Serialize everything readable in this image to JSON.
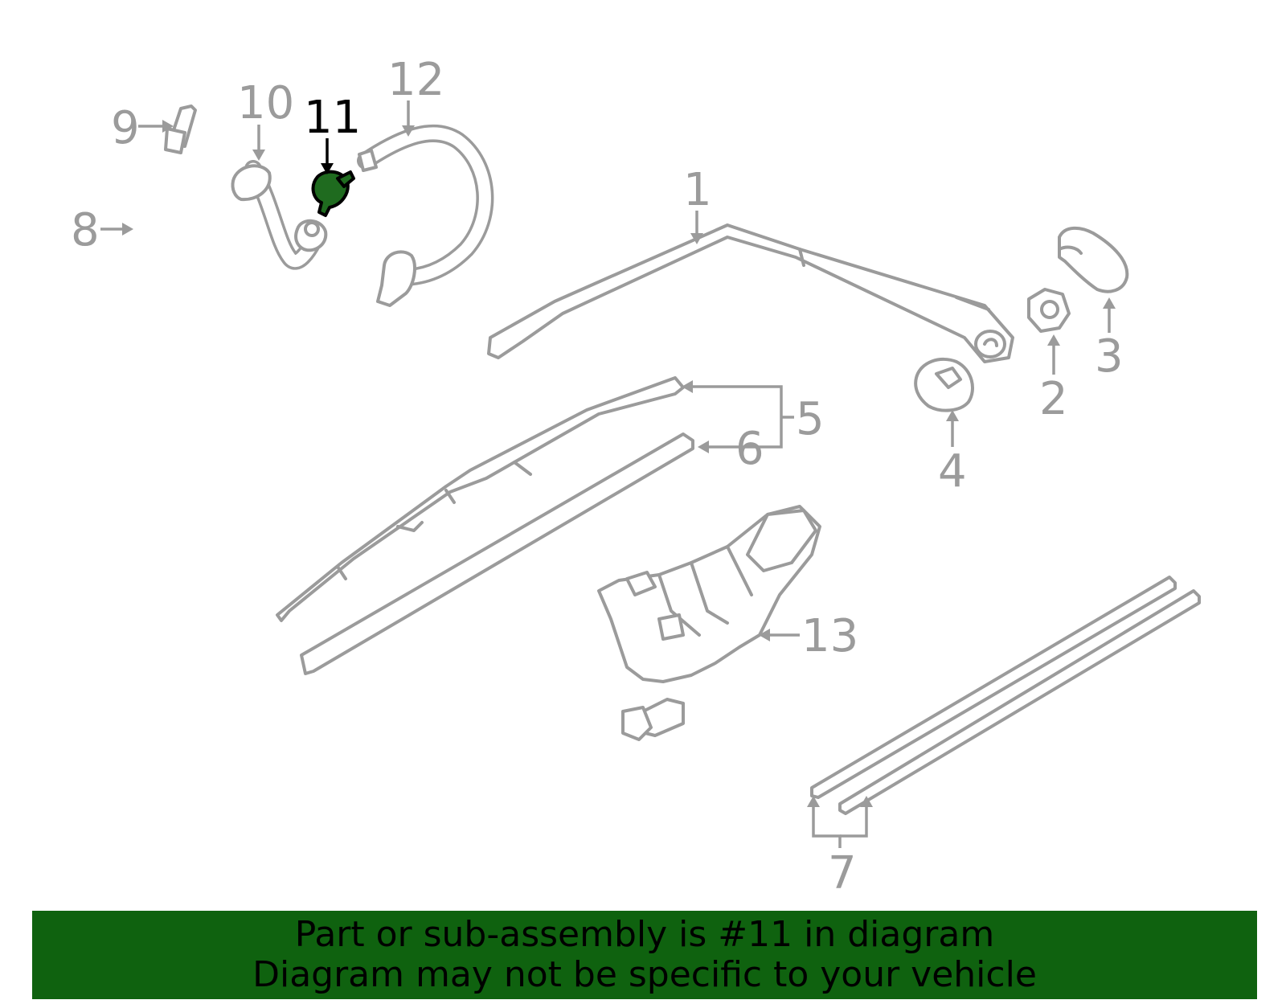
{
  "callouts": {
    "c1": "1",
    "c2": "2",
    "c3": "3",
    "c4": "4",
    "c5": "5",
    "c6": "6",
    "c7": "7",
    "c8": "8",
    "c9": "9",
    "c10": "10",
    "c11": "11",
    "c12": "12",
    "c13": "13"
  },
  "highlight": {
    "callout": "11",
    "color": "#1f6b1f",
    "banner_color": "#0f620f"
  },
  "banner": {
    "line1": "Part or sub-assembly is #11 in diagram",
    "line2": "Diagram may not be specific to your vehicle"
  },
  "colors": {
    "part_stroke": "#9b9b9b",
    "highlight_fill": "#1f6b1f"
  }
}
